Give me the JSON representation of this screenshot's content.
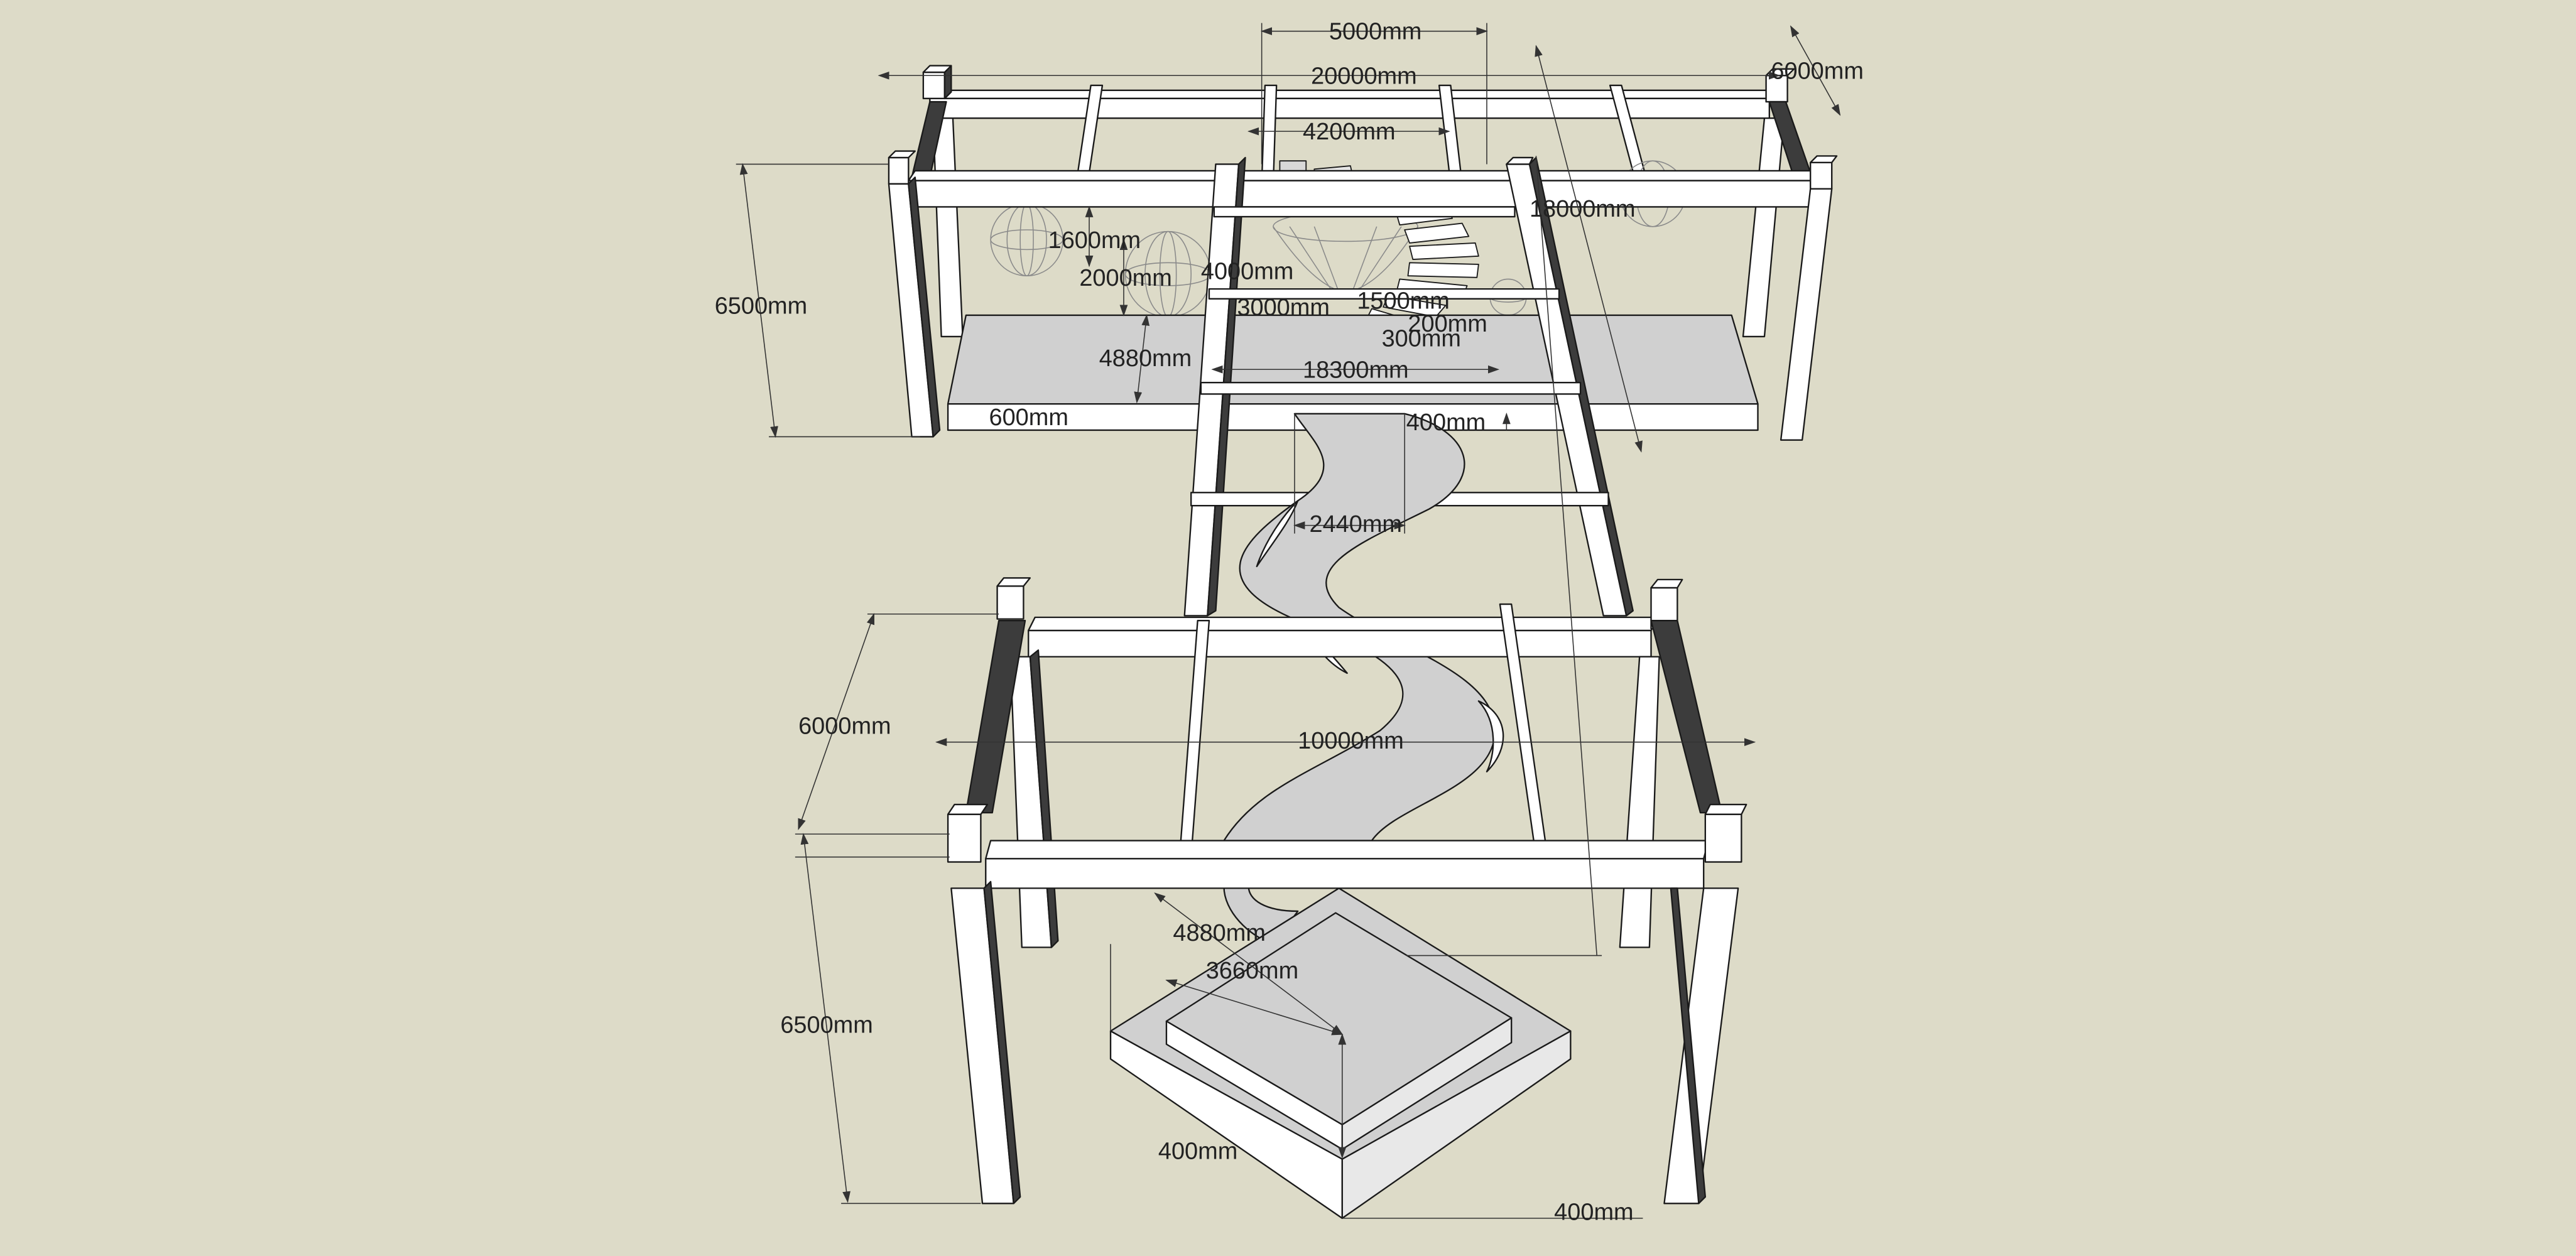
{
  "canvas": {
    "background": "#dddbc8",
    "line_color": "#1a1a1a",
    "face_light": "#ffffff",
    "face_grey": "#d0d0d0",
    "face_dark": "#3c3c3c",
    "dimension_color": "#333333"
  },
  "dimensions": {
    "top_width_5000": "5000mm",
    "top_length_20000": "20000mm",
    "top_depth_6000": "6000mm",
    "inner_width_4200": "4200mm",
    "span_18000": "18000mm",
    "lamp_height_1600": "1600mm",
    "lamp_diameter_2000": "2000mm",
    "stair_radius_4000": "4000mm",
    "stair_rise_3000": "3000mm",
    "stair_step_1500": "1500mm",
    "stair_tread_200": "200mm",
    "stair_riser_300": "300mm",
    "upper_column_6500": "6500mm",
    "upper_platform_4880": "4880mm",
    "platform_length_18300": "18300mm",
    "platform_thickness_600": "600mm",
    "ramp_start_400": "400mm",
    "ramp_width_2440": "2440mm",
    "lower_depth_6000": "6000mm",
    "lower_width_10000": "10000mm",
    "lower_column_6500": "6500mm",
    "base_outer_4880": "4880mm",
    "base_inner_3660": "3660mm",
    "base_step_400": "400mm",
    "base_side_400": "400mm"
  }
}
